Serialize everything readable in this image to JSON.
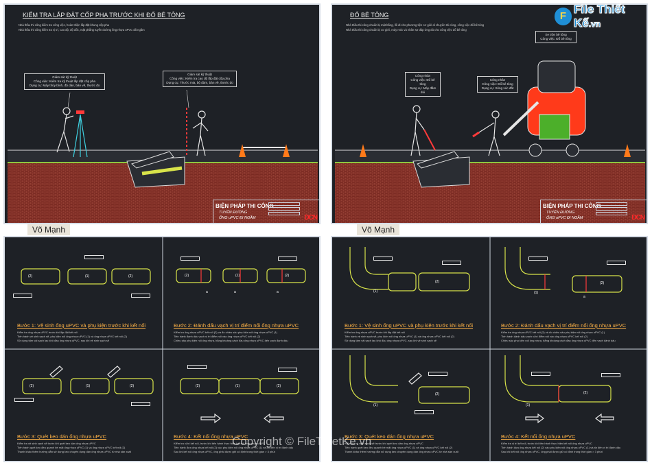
{
  "sheet1": {
    "title": "KIỂM TRA LẮP ĐẶT CỐP PHA TRƯỚC KHI ĐỔ BÊ TÔNG",
    "notes": [
      "Nhà thầu thi công kiểm tra công việc, hoàn thiện lắp đặt khung cốp pha",
      "Nhà thầu thi công kiểm tra vị trí, cao độ, độ dốc, mặt phẳng tuyến đường ống nhựa uPVC đã ngầm"
    ],
    "callout_left": [
      "Giám sát kỹ thuật",
      "Công việc: Kiểm tra kỹ thuật lắp đặt cốp pha",
      "Dụng cụ: Máy thủy bình, độ dàn, bản vẽ, thước đo"
    ],
    "callout_right": [
      "Giám sát kỹ thuật",
      "Công việc: Kiểm tra cao độ lắp đặt cốp pha",
      "Dụng cụ: Thước mia, bộ đàm, bản vẽ, thước đo"
    ]
  },
  "sheet2": {
    "title": "ĐỔ BÊ TÔNG",
    "notes": [
      "Nhà thầu thi công chuẩn bị mặt bằng, lối đi cho phương tiện cơ giới di chuyển thi công, công việc đổ bê tông",
      "Nhà thầu thi công chuẩn bị cơ giới, máy móc và nhân sự đáp ứng đủ cho công việc đổ bê tông"
    ],
    "callout_truck": [
      "Xe trộn bê tông",
      "Công việc: Đổ bê tông"
    ],
    "callout_worker1": [
      "Công nhân",
      "Công việc: Đổ bê tông",
      "Dụng cụ: Máy đầm dùi"
    ],
    "callout_worker2": [
      "Công nhân",
      "Công việc: Đổ bê tông",
      "Dụng cụ: Xẻng xúc đất"
    ]
  },
  "title_block": {
    "line1": "BIỆN PHÁP THI CÔNG",
    "line2": "TUYẾN ĐƯỜNG",
    "line3": "ỐNG uPVC ĐI NGẦM",
    "logo": "DCN"
  },
  "watermark": "Võ Mạnh",
  "brand": {
    "logo_letter": "F",
    "name": "File Thiết Kế",
    "tld": ".vn"
  },
  "copyright": "Copyright © FileThietKe.vn",
  "steps": [
    {
      "title": "Bước 1: Vệ sinh ống uPVC và phụ kiện trước khi kết nối",
      "notes": [
        "Kiểm tra ống nhựa uPVC trước khi lắp đặt kết nối",
        "Tiến hành vệ sinh sạch sẽ, phụ kiện nối ống nhựa uPVC (1) và ống nhựa uPVC kết nối (2)",
        "Sử dụng tấm vải sạch lau khô đầu ống nhựa uPVC, sau khi vệ sinh sạch sẽ"
      ]
    },
    {
      "title": "Bước 2: Đánh dấu vạch vị trí điểm nối ống nhựa uPVC",
      "notes": [
        "Kiểm tra ống nhựa uPVC kết nối (2) và đo chiều sâu phụ kiện nối ống nhựa uPVC (1)",
        "Tiến hành đánh dấu vạch vị trí điểm nối vào ống nhựa uPVC kết nối (2)",
        "Chiều sâu phụ kiện nối ống nhựa, bằng khoảng cách đầu ống nhựa uPVC đến vạch đánh dấu"
      ]
    },
    {
      "title": "Bước 3: Quét keo dán ống nhựa uPVC",
      "notes": [
        "Kiểm tra vệ sinh sạch sẽ trước khi quét keo dán ống nhựa uPVC",
        "Tiến hành quét keo đều quanh bề mặt ống nhựa uPVC (1) và ống nhựa uPVC kết nối (2)",
        "Thanh khảo thêm hướng dẫn sử dụng keo chuyên dụng dán ống nhựa uPVC từ nhà sản xuất"
      ]
    },
    {
      "title": "Bước 4: Kết nối ống nhựa uPVC",
      "notes": [
        "Kiểm tra vị trí kết nối, trước khi tiến hành thực hiện kết nối ống nhựa uPVC",
        "Tiến hành đưa ống nhựa kết nối (2) vào phụ kiện nối ống nhựa uPVC (1) và ấn đến vị trí đánh dấu",
        "Sau khi kết nối ống nhựa uPVC, ống phải được giữ cố định trong thời gian > 3 phút"
      ]
    }
  ],
  "labels": {
    "p1": "(1)",
    "p2": "(2)",
    "a": "a"
  },
  "colors": {
    "pipe": "#d8e34a",
    "marker": "#ff3a3a",
    "soil": "#7a2a22",
    "accent": "#ffb347",
    "background": "#1e2126"
  }
}
